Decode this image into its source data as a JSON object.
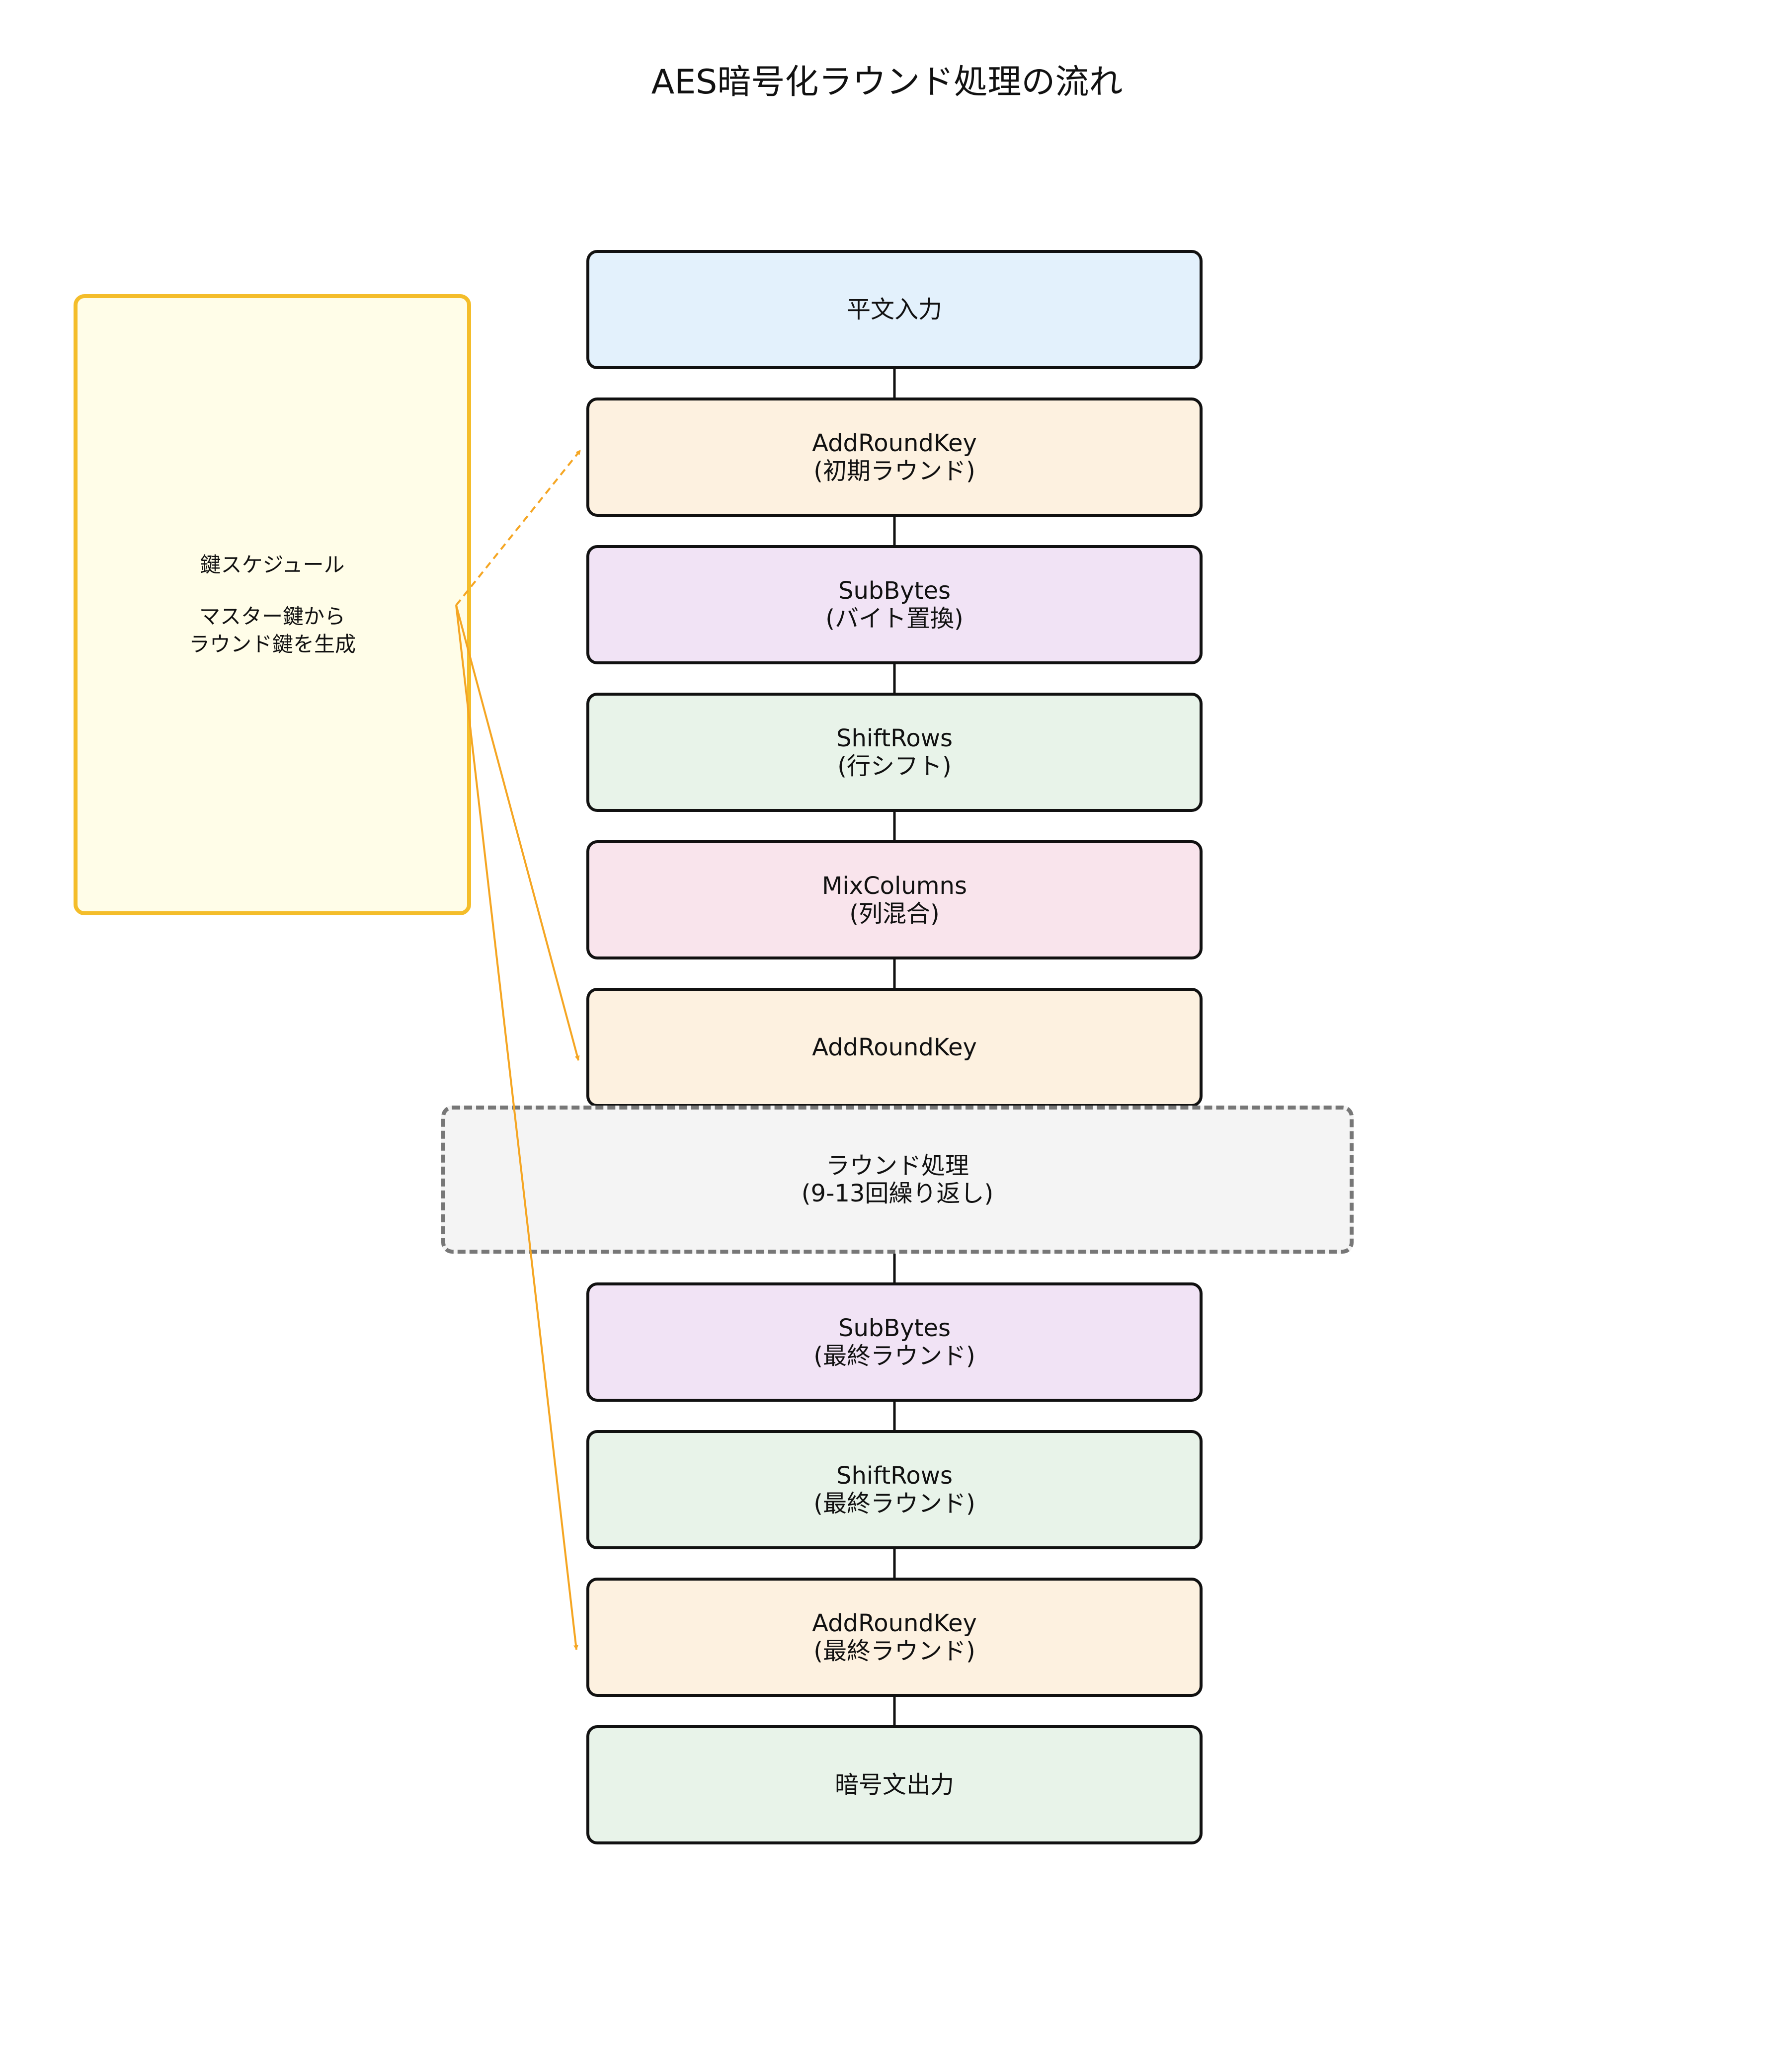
{
  "title": "AES暗号化ラウンド処理の流れ",
  "steps": [
    {
      "lines": [
        "平文入力"
      ],
      "color": "#e3f1fc"
    },
    {
      "lines": [
        "AddRoundKey",
        "(初期ラウンド)"
      ],
      "color": "#fdf1e0"
    },
    {
      "lines": [
        "SubBytes",
        "(バイト置換)"
      ],
      "color": "#f1e3f5"
    },
    {
      "lines": [
        "ShiftRows",
        "(行シフト)"
      ],
      "color": "#e8f3e9"
    },
    {
      "lines": [
        "MixColumns",
        "(列混合)"
      ],
      "color": "#f9e4ec"
    },
    {
      "lines": [
        "AddRoundKey"
      ],
      "color": "#fdf1e0"
    },
    {
      "lines": [
        "SubBytes",
        "(最終ラウンド)"
      ],
      "color": "#f1e3f5"
    },
    {
      "lines": [
        "ShiftRows",
        "(最終ラウンド)"
      ],
      "color": "#e8f3e9"
    },
    {
      "lines": [
        "AddRoundKey",
        "(最終ラウンド)"
      ],
      "color": "#fdf1e0"
    },
    {
      "lines": [
        "暗号文出力"
      ],
      "color": "#e8f3e9"
    }
  ],
  "key_schedule": {
    "title": "鍵スケジュール",
    "line1": "マスター鍵から",
    "line2": "ラウンド鍵を生成"
  },
  "loop": {
    "line1": "ラウンド処理",
    "line2": "(9-13回繰り返し)"
  },
  "colors": {
    "key_arrow": "#f5a623",
    "key_border": "#f4bd2a",
    "key_fill": "#fffde8",
    "loop_border": "#777777",
    "loop_fill": "#f4f4f4"
  }
}
